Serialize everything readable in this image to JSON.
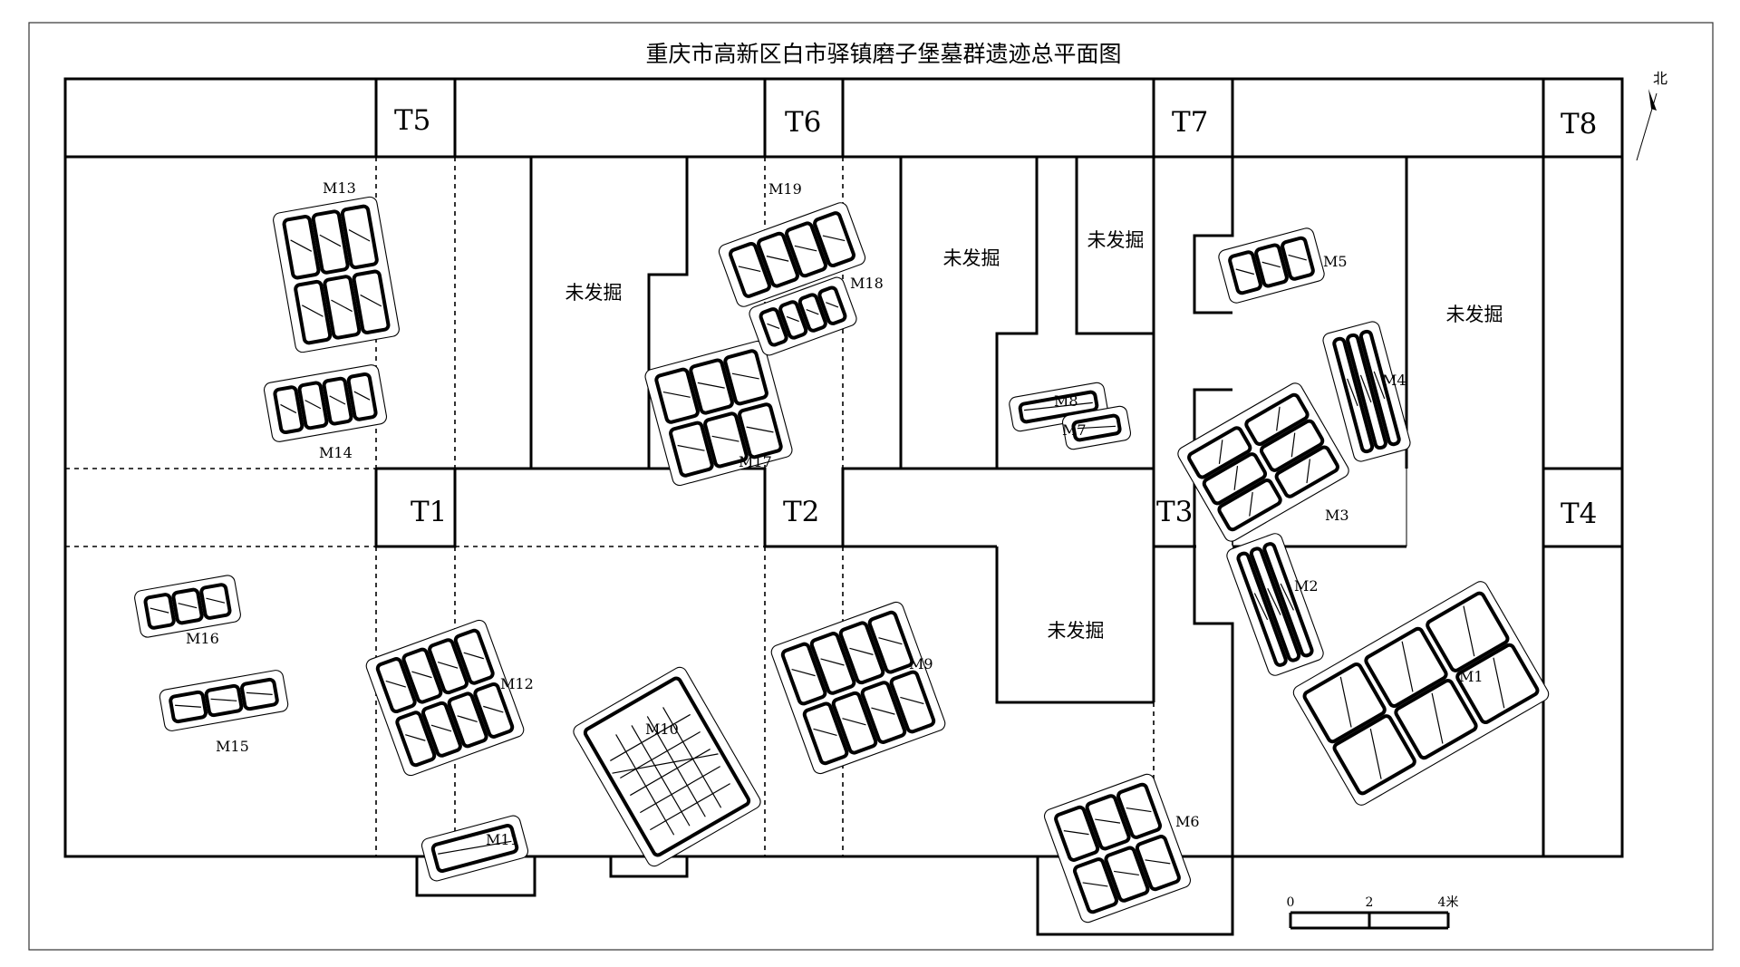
{
  "title": "重庆市高新区白市驿镇磨子堡墓群遗迹总平面图",
  "trenches": [
    "T1",
    "T2",
    "T3",
    "T4",
    "T5",
    "T6",
    "T7",
    "T8"
  ],
  "tombs": [
    "M1",
    "M2",
    "M3",
    "M4",
    "M5",
    "M6",
    "M7",
    "M8",
    "M9",
    "M10",
    "M11",
    "M12",
    "M13",
    "M14",
    "M15",
    "M16",
    "M17",
    "M18",
    "M19"
  ],
  "unexcavated_label": "未发掘",
  "north_label": "北",
  "scale_bar": {
    "ticks": [
      "0",
      "2",
      "4米"
    ]
  }
}
